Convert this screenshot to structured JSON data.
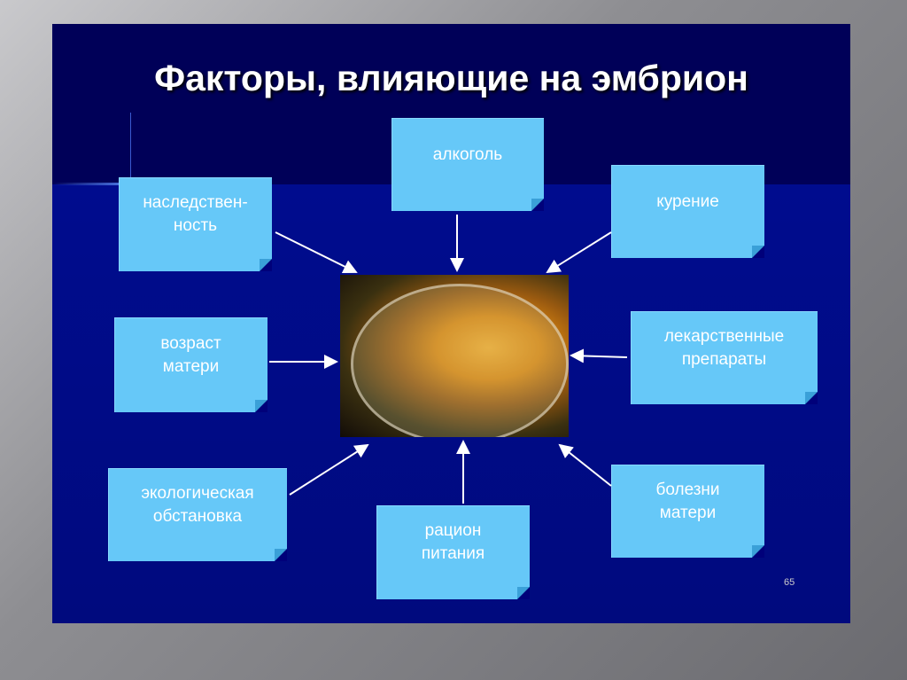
{
  "title": "Факторы, влияющие на эмбрион",
  "factors": {
    "heredity": "наследствен-ность",
    "alcohol": "алкоголь",
    "smoking": "курение",
    "mother_age": "возраст матери",
    "medicines": "лекарственные препараты",
    "ecology": "экологическая обстановка",
    "nutrition": "рацион питания",
    "mother_disease": "болезни матери"
  },
  "page_number": "65"
}
